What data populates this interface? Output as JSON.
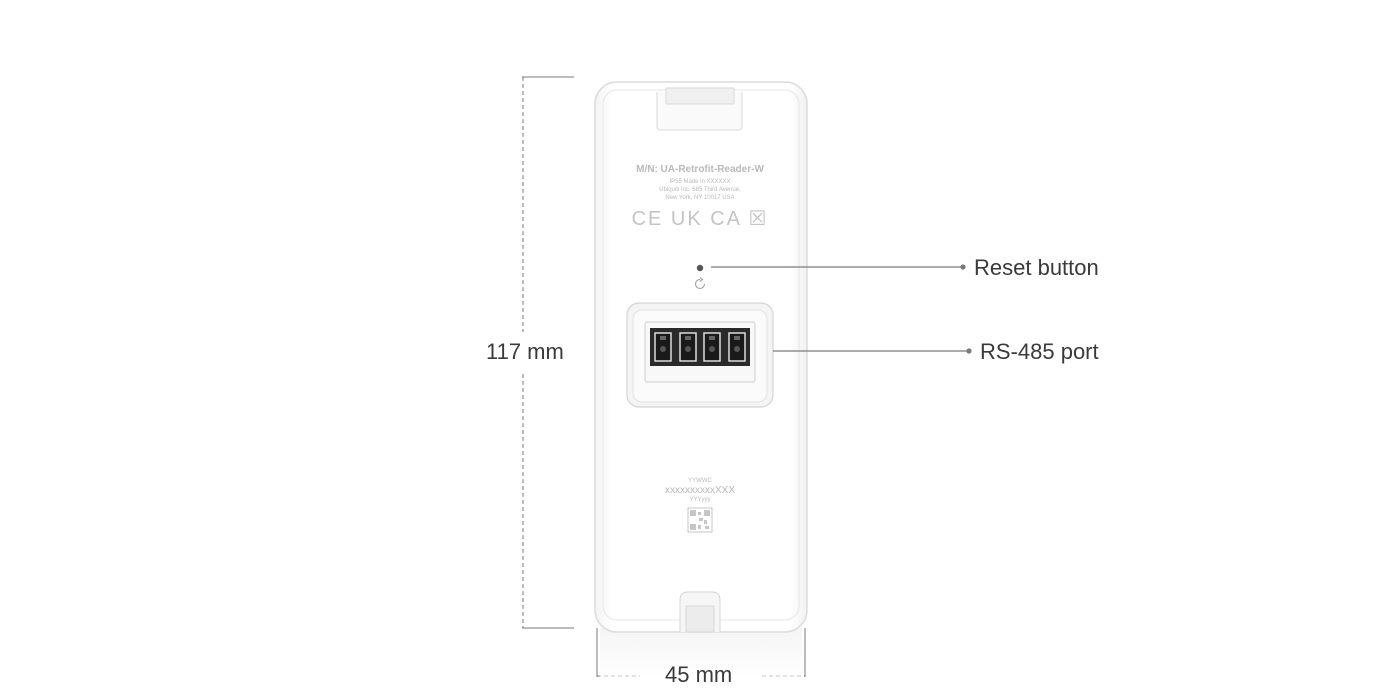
{
  "dimensions": {
    "height": "117 mm",
    "width": "45 mm"
  },
  "callouts": {
    "reset": "Reset button",
    "rs485": "RS-485 port"
  },
  "device_label": {
    "model": "M/N: UA-Retrofit-Reader-W",
    "line1": "IP55    Made in XXXXXX",
    "line2": "Ubiquiti Inc. 685 Third Avenue,",
    "line3": "New York, NY 10017 USA",
    "certs": "CE UK CA ☒"
  },
  "date_code": {
    "line1": "YYWWC",
    "line2": "xxxxxxxxxxXXX",
    "line3": "YYYyyy"
  },
  "icons": [
    "reset-icon",
    "qr-code-icon",
    "weee-bin-icon"
  ],
  "colors": {
    "line": "#7a7a7a",
    "device_edge": "#d8d8d8",
    "connector": "#222222"
  }
}
